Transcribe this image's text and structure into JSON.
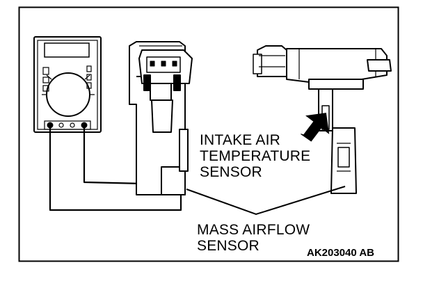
{
  "labels": {
    "intake_air_temperature_sensor": [
      "INTAKE AIR",
      "TEMPERATURE",
      "SENSOR"
    ],
    "mass_airflow_sensor": [
      "MASS AIRFLOW",
      "SENSOR"
    ],
    "figure_code": "AK203040 AB"
  },
  "colors": {
    "ink": "#000000",
    "paper": "#ffffff"
  },
  "icons": [
    "multimeter-icon",
    "mass-airflow-sensor-icon",
    "arrow-icon"
  ]
}
